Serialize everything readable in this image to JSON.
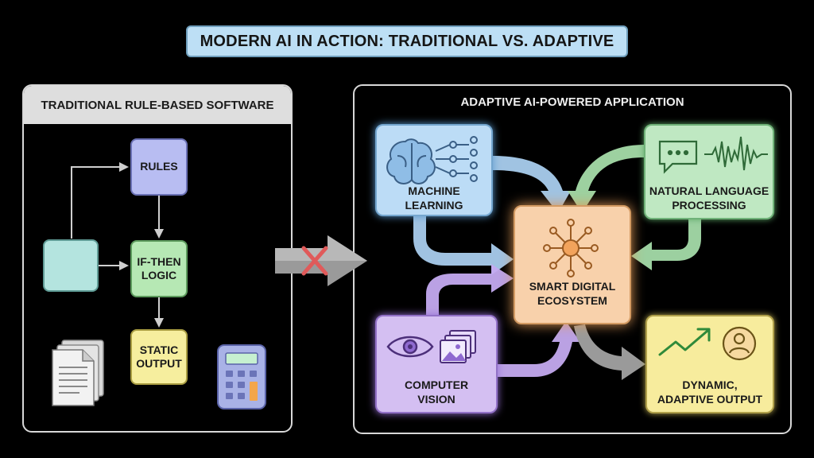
{
  "title": "MODERN AI IN ACTION: TRADITIONAL VS. ADAPTIVE",
  "left_panel": {
    "header": "TRADITIONAL RULE-BASED SOFTWARE",
    "rules": "RULES",
    "ifthen": "IF-THEN\nLOGIC",
    "static_output": "STATIC\nOUTPUT",
    "icons": [
      "document-stack-icon",
      "calculator-icon"
    ]
  },
  "right_panel": {
    "header": "ADAPTIVE AI-POWERED APPLICATION",
    "machine_learning": "MACHINE\nLEARNING",
    "nlp": "NATURAL LANGUAGE\nPROCESSING",
    "computer_vision": "COMPUTER\nVISION",
    "core": "SMART DIGITAL\nECOSYSTEM",
    "dynamic_output": "DYNAMIC,\nADAPTIVE OUTPUT",
    "icons": [
      "brain-icon",
      "network-nodes-icon",
      "chat-bubble-icon",
      "sound-wave-icon",
      "eye-icon",
      "image-stack-icon",
      "hub-icon",
      "trend-arrow-icon",
      "user-icon"
    ]
  },
  "colors": {
    "ml": "#bcdcf6",
    "nlp": "#bfe8c2",
    "cv": "#d4bff2",
    "core": "#f8d1ab",
    "dynamic": "#f7ec9d",
    "blocked": "#e05a5a"
  }
}
